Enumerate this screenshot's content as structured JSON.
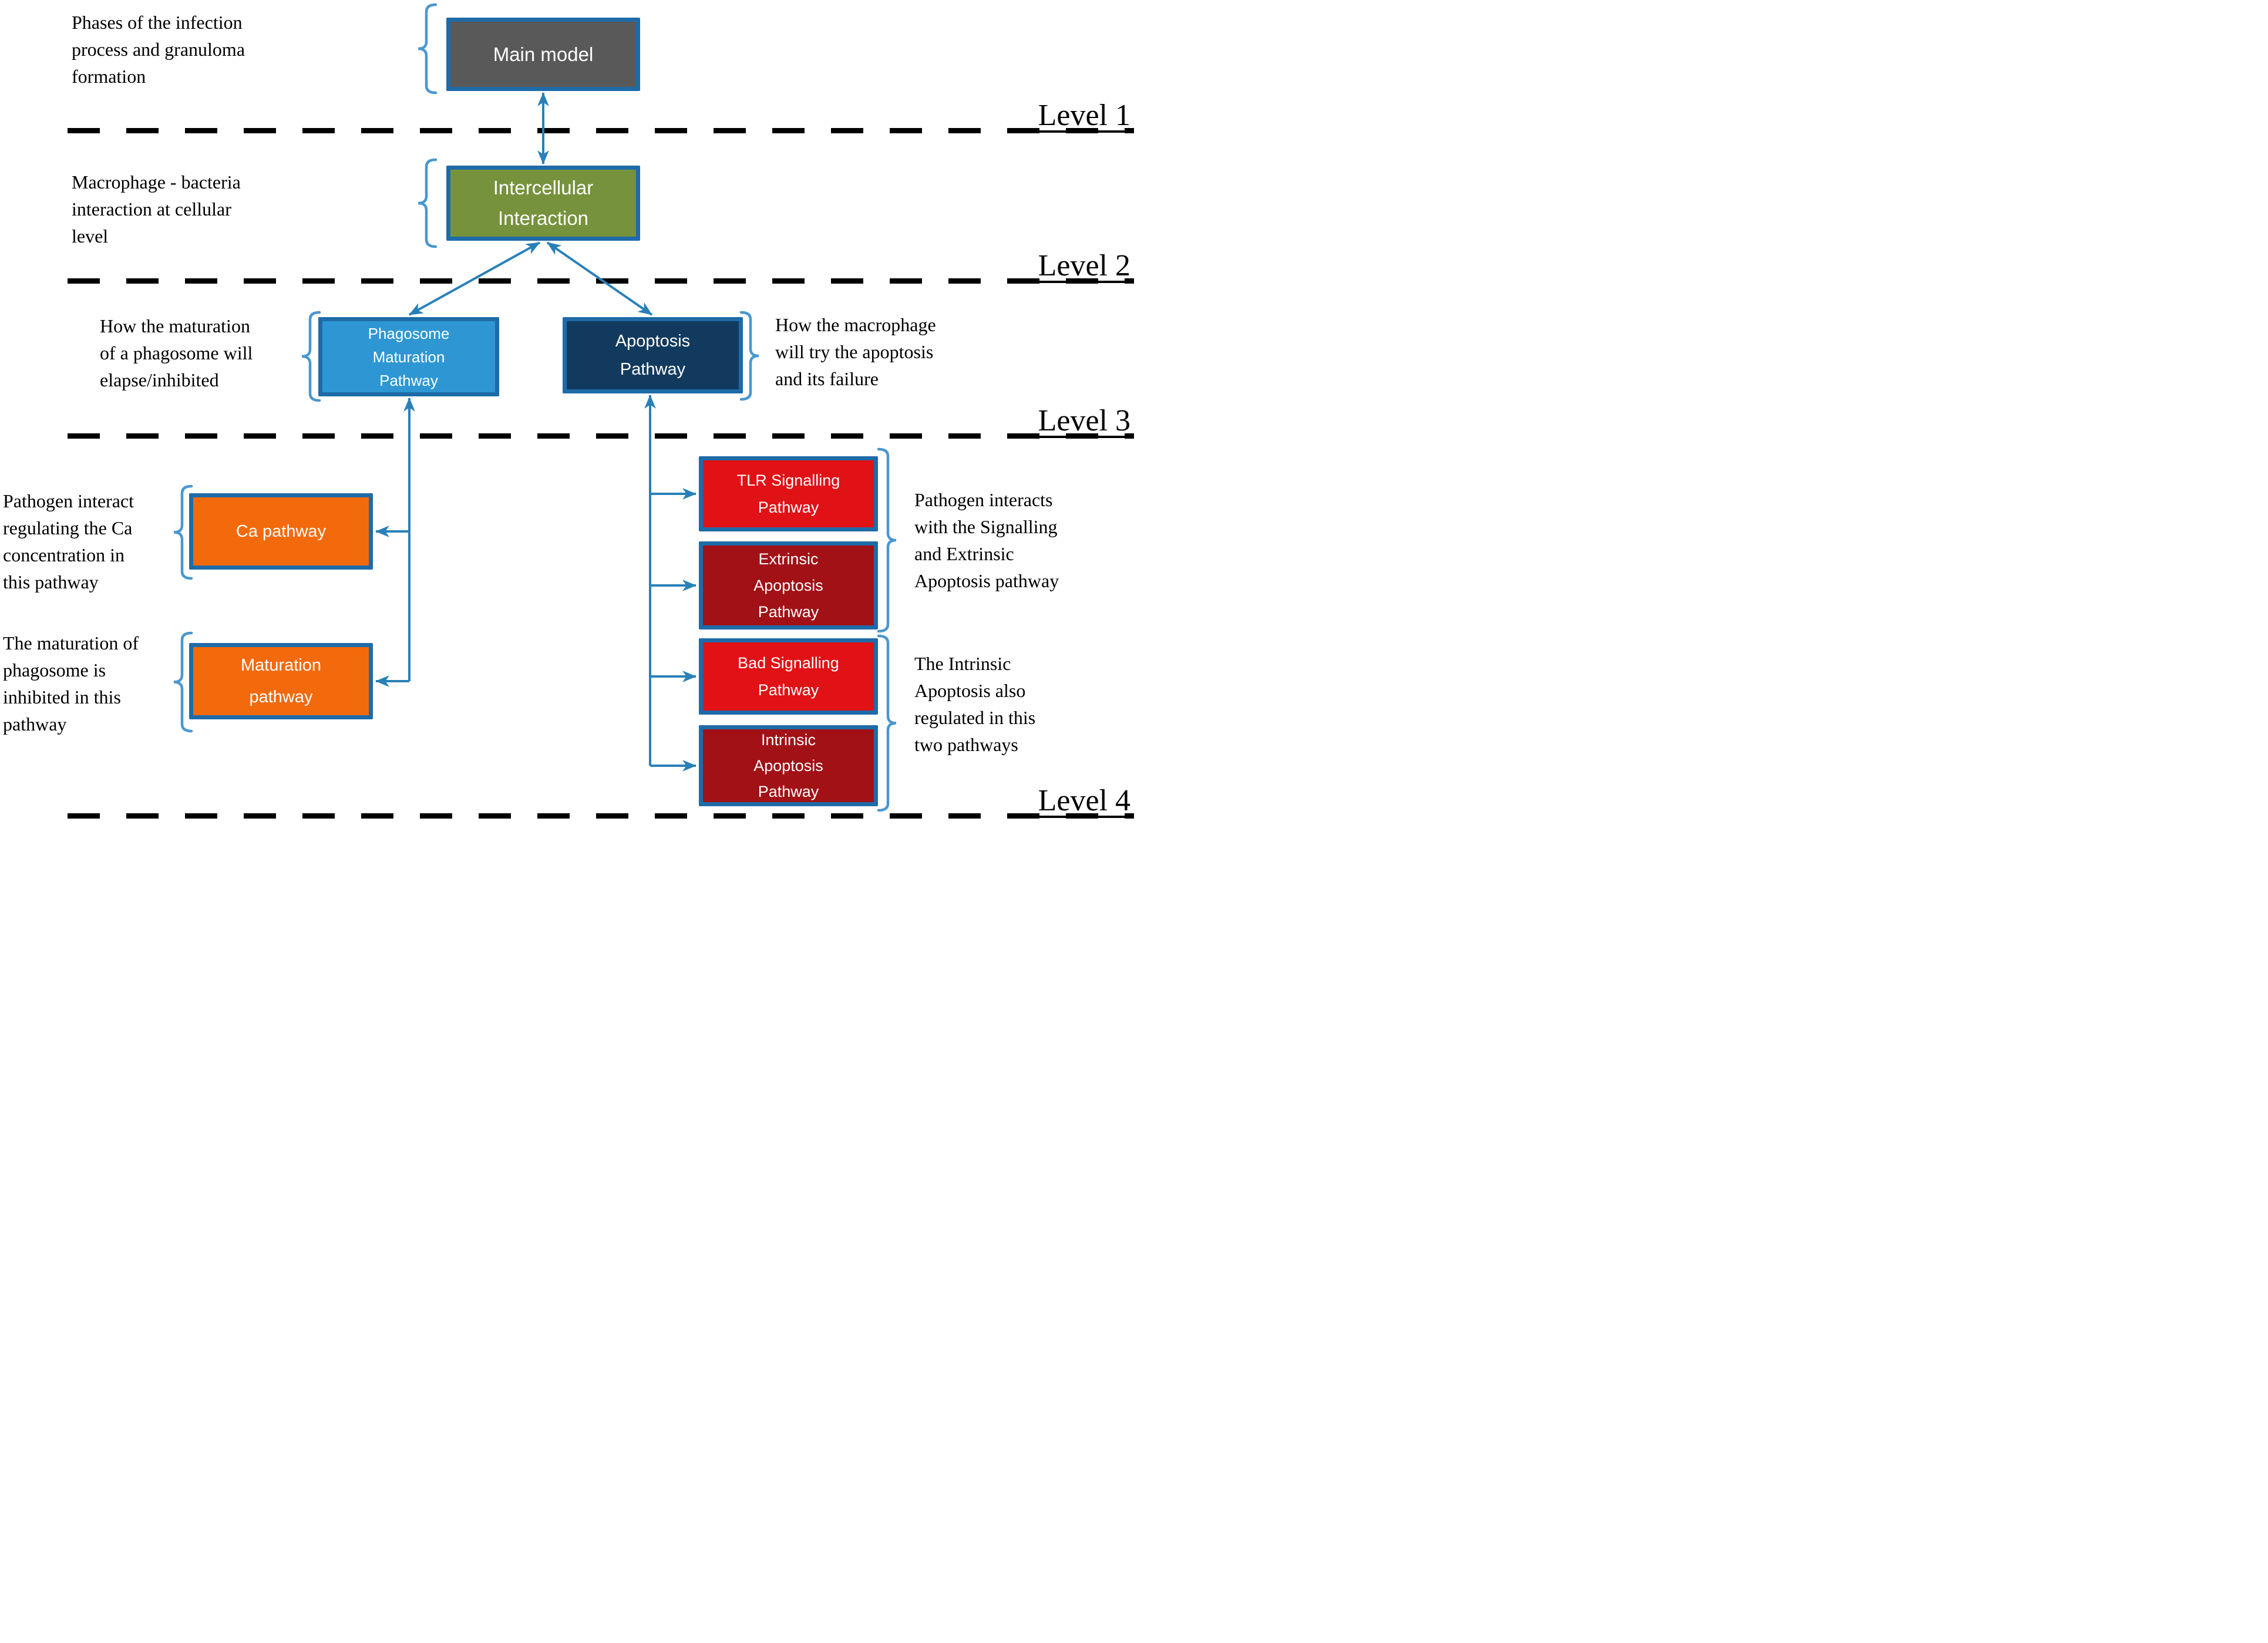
{
  "figure": {
    "background": "#ffffff",
    "levels": [
      {
        "label": "Level 1"
      },
      {
        "label": "Level 2"
      },
      {
        "label": "Level 3"
      },
      {
        "label": "Level 4"
      }
    ],
    "nodes": {
      "main_model": {
        "label": "Main model",
        "fill": "#595959"
      },
      "intercellular": {
        "label": "Intercellular\nInteraction",
        "fill": "#76923c"
      },
      "phagosome": {
        "label": "Phagosome\nMaturation\nPathway",
        "fill": "#2e97d3"
      },
      "apoptosis": {
        "label": "Apoptosis\nPathway",
        "fill": "#123a5e"
      },
      "ca": {
        "label": "Ca pathway",
        "fill": "#f36a0d"
      },
      "maturation": {
        "label": "Maturation\npathway",
        "fill": "#f36a0d"
      },
      "tlr": {
        "label": "TLR Signalling\nPathway",
        "fill": "#e01216"
      },
      "extrinsic": {
        "label": "Extrinsic\nApoptosis\nPathway",
        "fill": "#a21116"
      },
      "bad": {
        "label": "Bad Signalling\nPathway",
        "fill": "#e01216"
      },
      "intrinsic": {
        "label": "Intrinsic\nApoptosis\nPathway",
        "fill": "#a21116"
      }
    },
    "annotations": {
      "main_model": "Phases of the infection\nprocess and granuloma\nformation",
      "intercellular": "Macrophage - bacteria\ninteraction at cellular\nlevel",
      "phagosome": "How the maturation\nof a phagosome will\nelapse/inhibited",
      "apoptosis": "How the macrophage\nwill try the apoptosis\nand  its failure",
      "ca": "Pathogen interact\nregulating the Ca\nconcentration in\nthis pathway",
      "maturation": "The maturation of\nphagosome is\ninhibited in this\npathway",
      "signalling_group": "Pathogen interacts\nwith the Signalling\nand Extrinsic\nApoptosis pathway",
      "intrinsic_group": "The Intrinsic\nApoptosis also\nregulated in this\ntwo pathways"
    },
    "colors": {
      "box_border": "#1e6ba8",
      "connector": "#2980b9",
      "brace": "#4a97cf",
      "divider": "#000000",
      "text": "#000000",
      "box_text": "#ffffff"
    }
  }
}
